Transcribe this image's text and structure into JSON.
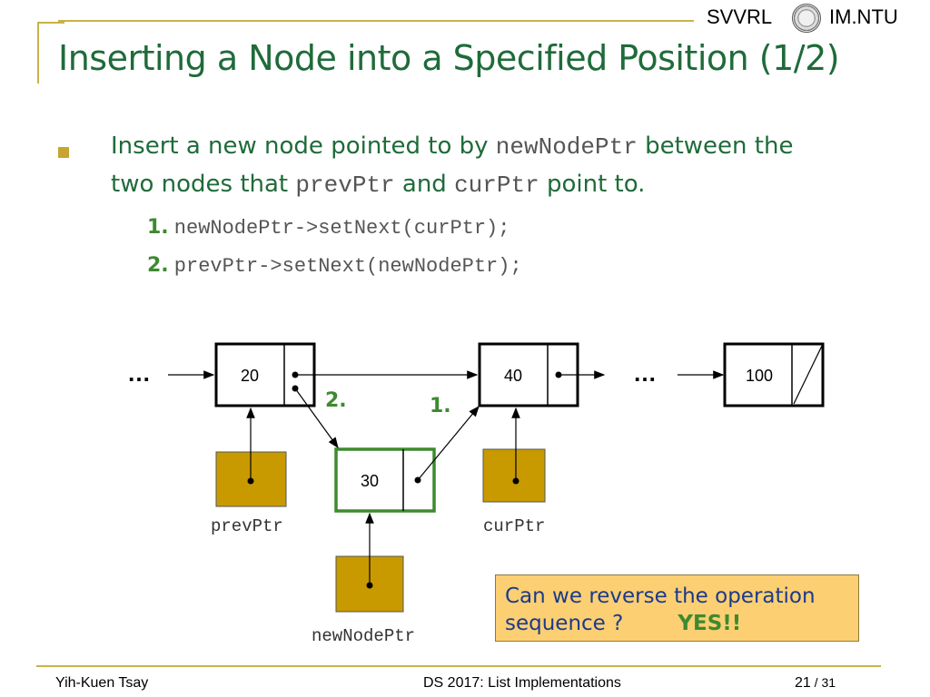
{
  "header": {
    "brand_left": "SVVRL",
    "brand_right": "IM.NTU",
    "title": "Inserting a Node into a Specified Position (1/2)"
  },
  "bullet": {
    "line1_a": "Insert a new node pointed to by ",
    "line1_code": "newNodePtr",
    "line1_b": " between the",
    "line2_a": "two nodes that ",
    "line2_code1": "prevPtr",
    "line2_b": " and ",
    "line2_code2": "curPtr",
    "line2_c": " point to."
  },
  "steps": [
    {
      "num": "1.",
      "code": "newNodePtr->setNext(curPtr);"
    },
    {
      "num": "2.",
      "code": "prevPtr->setNext(newNodePtr);"
    }
  ],
  "diagram": {
    "ellipsis": "…",
    "nodes": {
      "prev": "20",
      "cur": "40",
      "last": "100",
      "new": "30"
    },
    "pointers": {
      "prev": "prevPtr",
      "cur": "curPtr",
      "new": "newNodePtr"
    },
    "step_tags": {
      "step2": "2.",
      "step1": "1."
    },
    "colors": {
      "node_border": "#000000",
      "new_node_border": "#3d8a2f",
      "pointer_box": "#c89a00",
      "step_tag": "#3d8a2f"
    }
  },
  "callout": {
    "text_line1": "Can we reverse the operation",
    "text_line2": "sequence ?",
    "answer": "YES!!"
  },
  "footer": {
    "author": "Yih-Kuen Tsay",
    "course": "DS 2017: List Implementations",
    "page": "21",
    "total": "31"
  }
}
